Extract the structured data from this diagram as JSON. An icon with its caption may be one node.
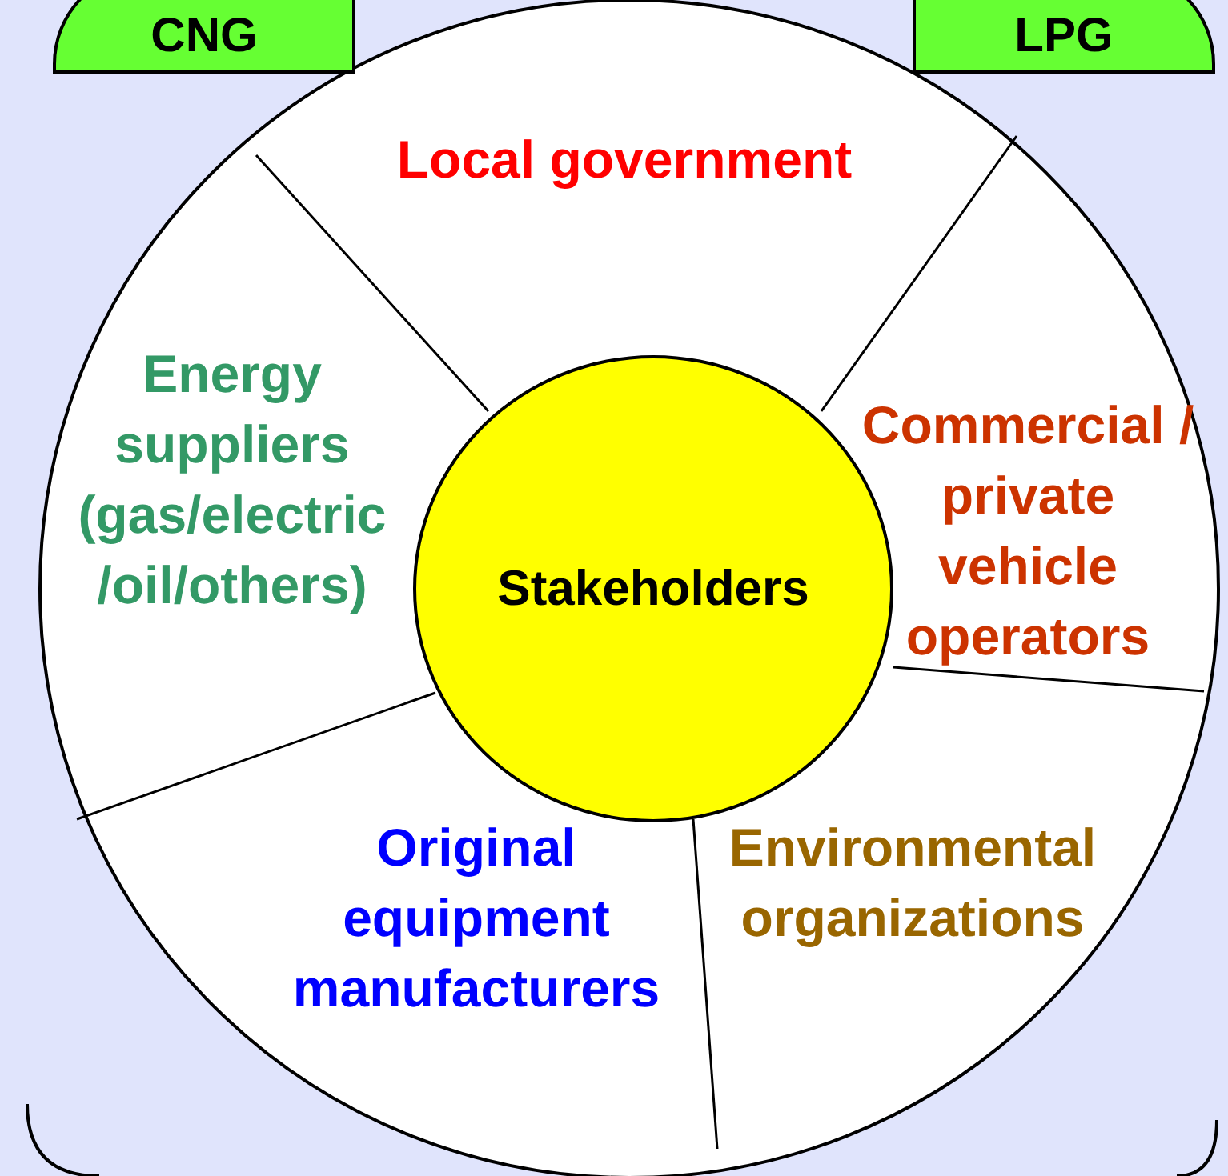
{
  "diagram": {
    "nodes": [
      {
        "text": [
          "CNG"
        ]
      },
      {
        "text": [
          "LPG"
        ]
      },
      {
        "text": [
          "Local government"
        ]
      },
      {
        "text": [
          "Energy suppliers (gas/electric /oil/others)"
        ]
      },
      {
        "text": [
          "Commercial / private vehicle operators"
        ]
      },
      {
        "text": [
          "Original equipment manufacturers"
        ]
      },
      {
        "text": [
          "Environmental organizations"
        ]
      },
      {
        "text": [
          "Stakeholders"
        ]
      }
    ]
  }
}
